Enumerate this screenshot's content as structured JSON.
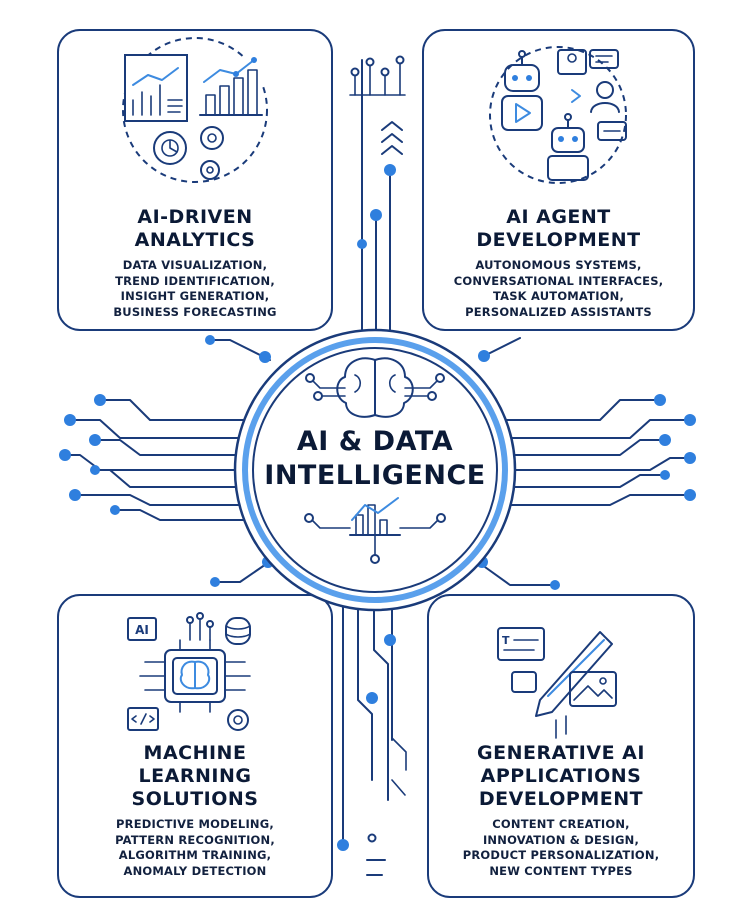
{
  "center": {
    "title_lines": [
      "AI & DATA",
      "INTELLIGENCE"
    ]
  },
  "cards": {
    "analytics": {
      "title_lines": [
        "AI-DRIVEN",
        "ANALYTICS"
      ],
      "items": [
        "DATA VISUALIZATION,",
        "TREND IDENTIFICATION,",
        "INSIGHT GENERATION,",
        "BUSINESS FORECASTING"
      ],
      "icon": "analytics-charts-gears-icon"
    },
    "agent": {
      "title_lines": [
        "AI AGENT",
        "DEVELOPMENT"
      ],
      "items": [
        "AUTONOMOUS SYSTEMS,",
        "CONVERSATIONAL INTERFACES,",
        "TASK AUTOMATION,",
        "PERSONALIZED ASSISTANTS"
      ],
      "icon": "robots-chat-icon"
    },
    "ml": {
      "title_lines": [
        "MACHINE",
        "LEARNING",
        "SOLUTIONS"
      ],
      "items": [
        "PREDICTIVE MODELING,",
        "PATTERN RECOGNITION,",
        "ALGORITHM TRAINING,",
        "ANOMALY DETECTION"
      ],
      "icon": "brain-chip-icon"
    },
    "genai": {
      "title_lines": [
        "GENERATIVE AI",
        "APPLICATIONS",
        "DEVELOPMENT"
      ],
      "items": [
        "CONTENT CREATION,",
        "INNOVATION & DESIGN,",
        "PRODUCT PERSONALIZATION,",
        "NEW CONTENT TYPES"
      ],
      "icon": "pencil-design-icon"
    }
  },
  "chip_label": "AI",
  "colors": {
    "navy": "#1a3b7a",
    "accent": "#3d8be0",
    "text": "#0b1a36",
    "node": "#2f7fde"
  }
}
